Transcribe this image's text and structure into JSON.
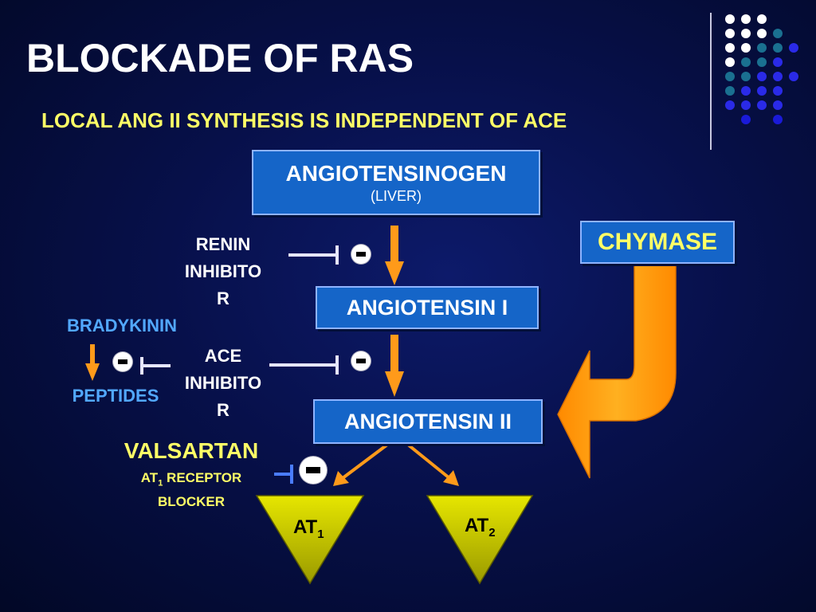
{
  "header": {
    "title": "BLOCKADE OF RAS",
    "subtitle": "LOCAL ANG II SYNTHESIS IS INDEPENDENT OF ACE"
  },
  "nodes": {
    "angiotensinogen": "ANGIOTENSINOGEN",
    "angiotensinogen_source": "(LIVER)",
    "angiotensin_1": "ANGIOTENSIN I",
    "angiotensin_2": "ANGIOTENSIN II",
    "chymase": "CHYMASE"
  },
  "inhibitors": {
    "renin_lines": [
      "RENIN",
      "INHIBITO",
      "R"
    ],
    "ace_lines": [
      "ACE",
      "INHIBITO",
      "R"
    ]
  },
  "bradykinin": {
    "source": "BRADYKININ",
    "product": "PEPTIDES"
  },
  "valsartan": {
    "name": "VALSARTAN",
    "desc_prefix": "AT",
    "desc_sub": "1",
    "desc_suffix": " RECEPTOR",
    "desc_line2": "BLOCKER"
  },
  "receptors": {
    "at1_main": "AT",
    "at1_sub": "1",
    "at2_main": "AT",
    "at2_sub": "2"
  },
  "colors": {
    "box_fill": "#1565c8",
    "arrow_orange": "#ff9a1a",
    "yellow_text": "#ffff66",
    "blue_text": "#52a8ff",
    "triangle_fill": "#c8c800"
  }
}
